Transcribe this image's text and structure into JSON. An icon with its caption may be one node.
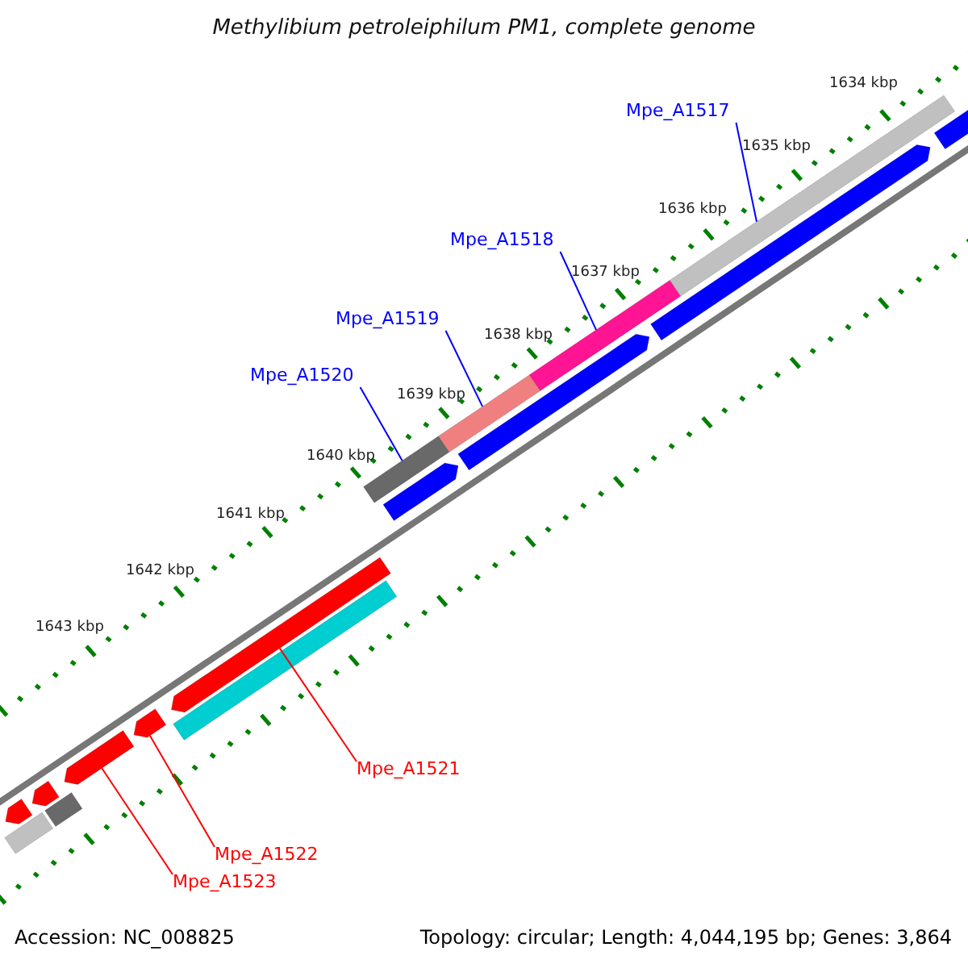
{
  "diagram": {
    "title": "Methylibium petroleiphilum PM1, complete genome",
    "nodes": [
      {
        "text": [
          "Mpe_A1517"
        ]
      },
      {
        "text": [],
        "shape": "bar"
      },
      {
        "text": [
          "Mpe_A1518"
        ]
      },
      {
        "text": [],
        "shape": "bar"
      },
      {
        "text": [
          "Mpe_A1519"
        ]
      },
      {
        "text": [],
        "shape": "bar"
      },
      {
        "text": [
          "Mpe_A1520"
        ]
      },
      {
        "text": [],
        "shape": "bar"
      },
      {
        "text": [
          "Mpe_A1521"
        ]
      },
      {
        "text": [],
        "shape": "arrow"
      },
      {
        "text": [
          "Mpe_A1522"
        ]
      },
      {
        "text": [],
        "shape": "arrow"
      },
      {
        "text": [
          "Mpe_A1523"
        ]
      },
      {
        "text": [],
        "shape": "arrow"
      },
      {
        "text": [],
        "shape": "arrow"
      },
      {
        "text": [],
        "shape": "arrow"
      },
      {
        "text": [],
        "shape": "arrow"
      },
      {
        "text": [],
        "shape": "arrow"
      },
      {
        "text": [],
        "shape": "arrow"
      },
      {
        "text": [],
        "shape": "arrow"
      },
      {
        "text": [],
        "shape": "bar"
      },
      {
        "text": [],
        "shape": "bar"
      },
      {
        "text": [],
        "shape": "bar"
      }
    ],
    "edges": [
      {
        "from": 0,
        "to": 1,
        "arrow": "none",
        "color": "#0000ff"
      },
      {
        "from": 2,
        "to": 3,
        "arrow": "none",
        "color": "#0000ff"
      },
      {
        "from": 4,
        "to": 5,
        "arrow": "none",
        "color": "#0000ff"
      },
      {
        "from": 6,
        "to": 7,
        "arrow": "none",
        "color": "#0000ff"
      },
      {
        "from": 8,
        "to": 9,
        "arrow": "none",
        "color": "#ff0000"
      },
      {
        "from": 10,
        "to": 11,
        "arrow": "none",
        "color": "#ff0000"
      },
      {
        "from": 12,
        "to": 13,
        "arrow": "none",
        "color": "#ff0000"
      }
    ],
    "labels": [
      "1634 kbp",
      "1635 kbp",
      "1636 kbp",
      "1637 kbp",
      "1638 kbp",
      "1639 kbp",
      "1640 kbp",
      "1641 kbp",
      "1642 kbp",
      "1643 kbp",
      "Accession: NC_008825",
      "Topology: circular; Length: 4,044,195 bp; Genes: 3,864"
    ]
  }
}
